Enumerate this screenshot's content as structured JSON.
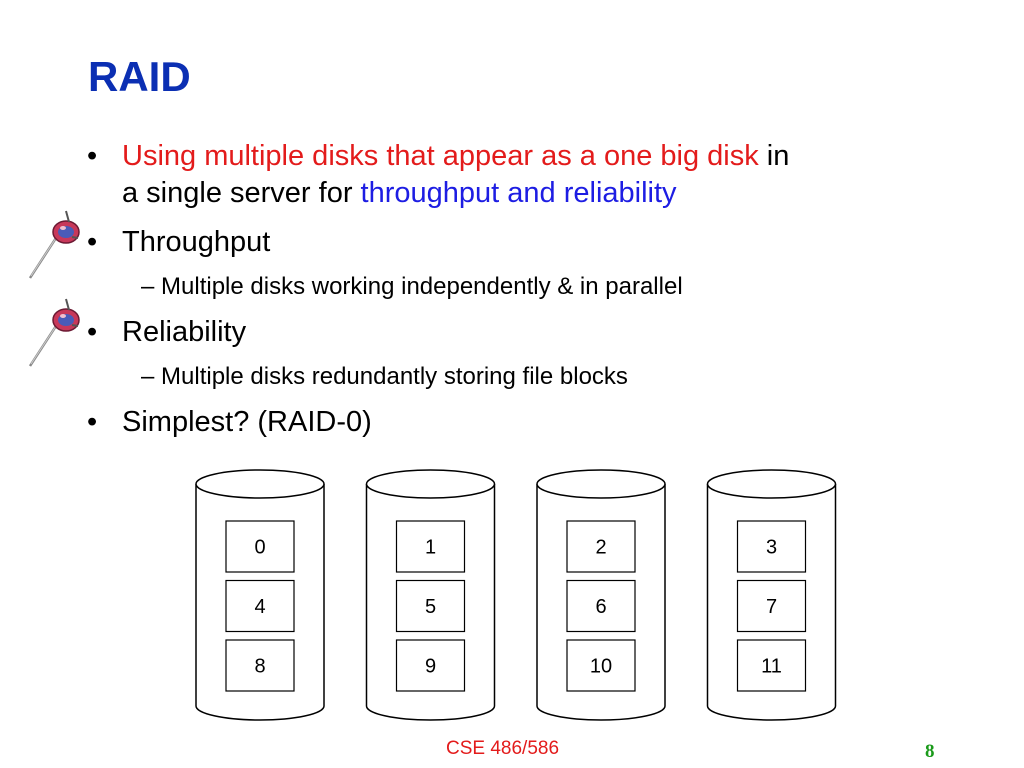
{
  "slide": {
    "title": "RAID",
    "bullets": [
      {
        "segments": [
          {
            "text": "Using multiple disks that appear as a one big disk",
            "color": "#e31b1b"
          },
          {
            "text": " in",
            "color": "#000000"
          }
        ],
        "line2": [
          {
            "text": "a single server for ",
            "color": "#000000"
          },
          {
            "text": "throughput and reliability",
            "color": "#1d1de3"
          }
        ]
      },
      {
        "text": "Throughput",
        "sub": "Multiple disks working independently & in parallel"
      },
      {
        "text": "Reliability",
        "sub": "Multiple disks redundantly storing file blocks"
      },
      {
        "text": "Simplest? (RAID-0)"
      }
    ],
    "bullet_glyph": "•",
    "sub_glyph": "–"
  },
  "diagram": {
    "disks": [
      {
        "blocks": [
          "0",
          "4",
          "8"
        ]
      },
      {
        "blocks": [
          "1",
          "5",
          "9"
        ]
      },
      {
        "blocks": [
          "2",
          "6",
          "10"
        ]
      },
      {
        "blocks": [
          "3",
          "7",
          "11"
        ]
      }
    ]
  },
  "footer": {
    "course": "CSE 486/586",
    "page": "8"
  },
  "icons": {
    "pin": "pushpin-icon"
  }
}
